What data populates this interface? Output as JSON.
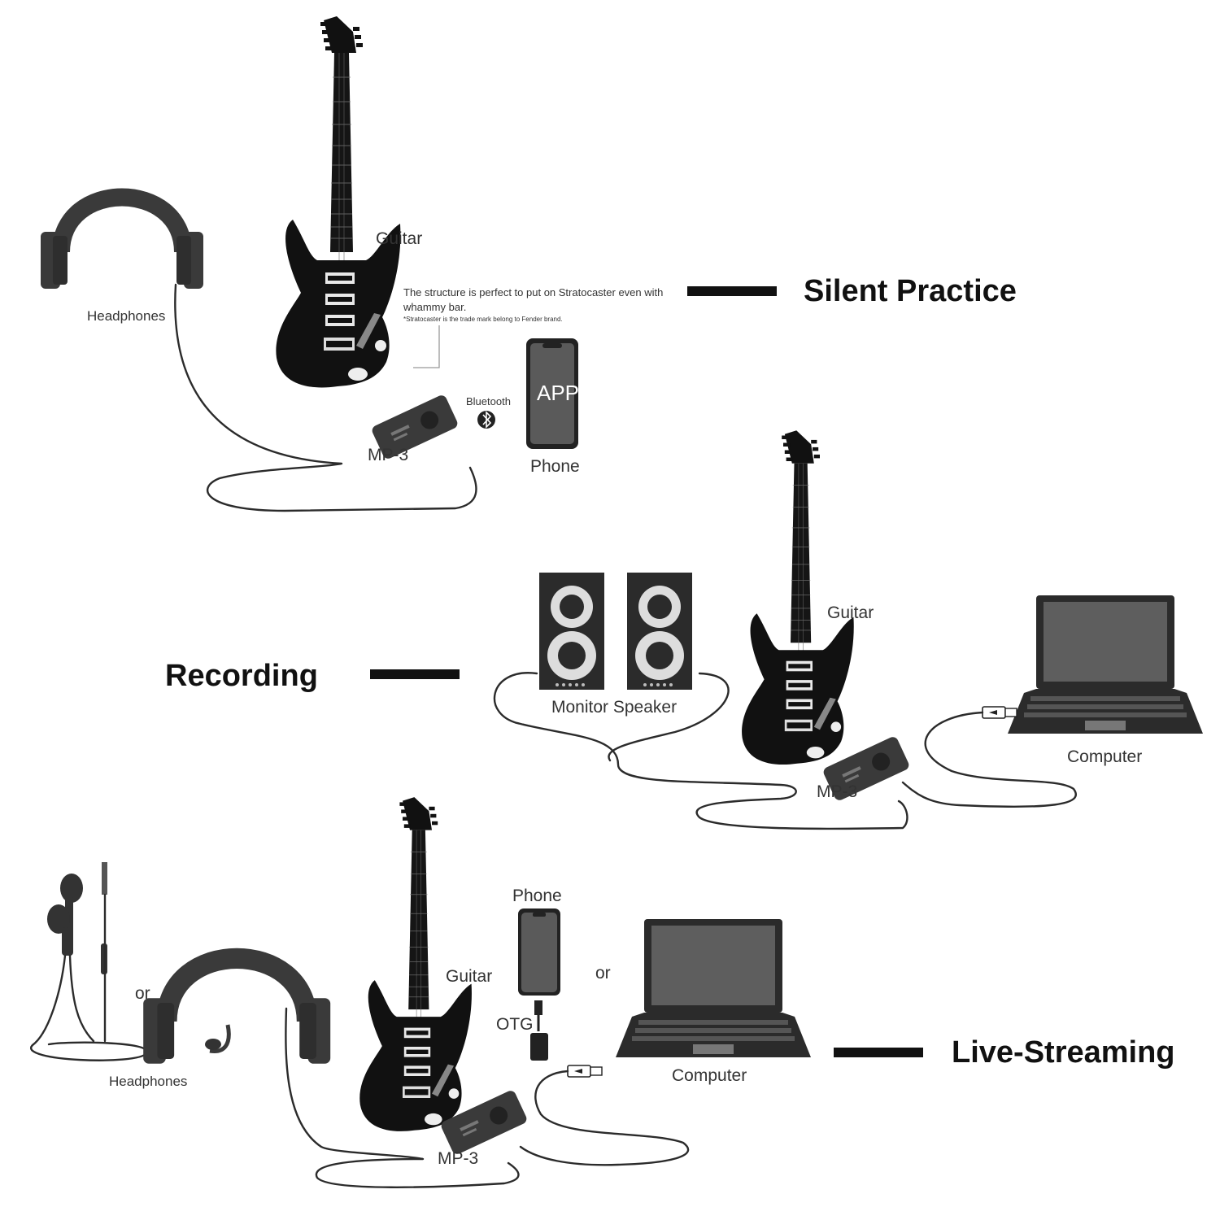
{
  "scenes": {
    "silent_practice": {
      "title": "Silent Practice",
      "guitar_label": "Guitar",
      "headphones_label": "Headphones",
      "note_line1": "The structure is perfect to put on Stratocaster even with",
      "note_line2": "whammy bar.",
      "note_small": "*Stratocaster is the trade mark belong to Fender brand.",
      "bluetooth_label": "Bluetooth",
      "device_label": "MP-3",
      "phone_screen_text": "APP",
      "phone_label": "Phone"
    },
    "recording": {
      "title": "Recording",
      "speaker_label": "Monitor Speaker",
      "guitar_label": "Guitar",
      "computer_label": "Computer",
      "device_label": "MP-3"
    },
    "live_streaming": {
      "title": "Live-Streaming",
      "phone_label": "Phone",
      "guitar_label": "Guitar",
      "or_label_1": "or",
      "or_label_2": "or",
      "otg_label": "OTG",
      "headphones_label": "Headphones",
      "computer_label": "Computer",
      "device_label": "MP-3"
    }
  },
  "colors": {
    "ink": "#111111",
    "device": "#3a3a3a",
    "headphone": "#3c3c3c",
    "screen": "#5a5a5a",
    "label": "#333333"
  }
}
